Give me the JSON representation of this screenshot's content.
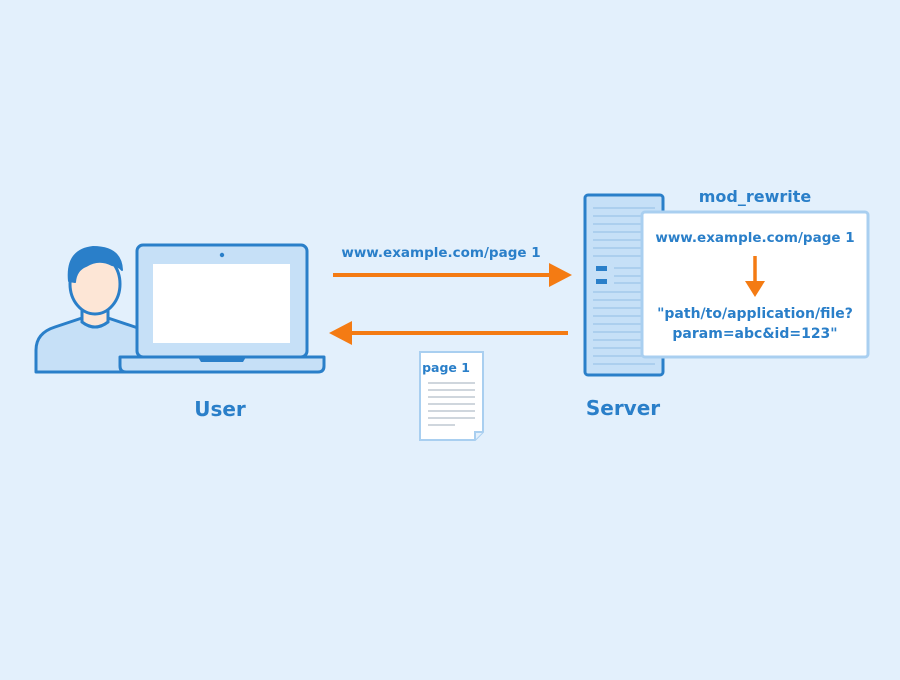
{
  "labels": {
    "user": "User",
    "server": "Server",
    "module": "mod_rewrite",
    "request_url": "www.example.com/page 1",
    "inner_url": "www.example.com/page 1",
    "rewritten_line1": "\"path/to/application/file?",
    "rewritten_line2": "param=abc&id=123\"",
    "document": "page 1"
  },
  "colors": {
    "background": "#e3f0fc",
    "stroke": "#2a7fc9",
    "light_fill": "#c6e0f7",
    "arrow": "#f47b13",
    "white": "#ffffff",
    "skin": "#fde6d6"
  }
}
